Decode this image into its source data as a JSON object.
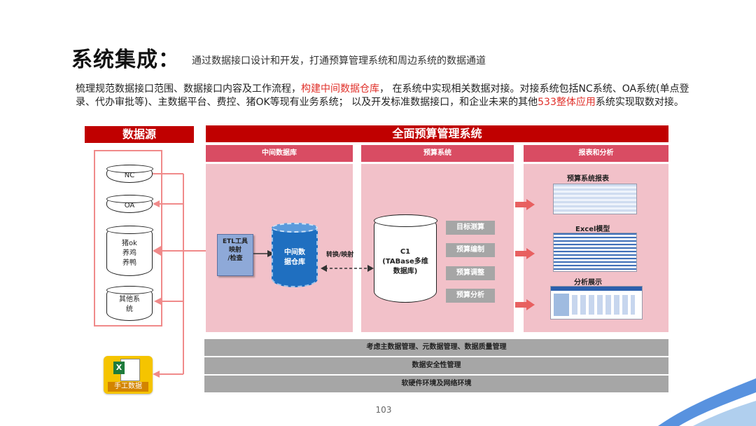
{
  "header": {
    "title": "系统集成：",
    "subtitle": "通过数据接口设计和开发，打通预算管理系统和周边系统的数据通道"
  },
  "description": {
    "part1": "梳理规范数据接口范围、数据接口内容及工作流程，",
    "highlight1": "构建中间数据仓库",
    "part2": "，  在系统中实现相关数据对接。对接系统包括NC系统、OA系统(单点登录、代办审批等)、主数据平台、费控、猪OK等现有业务系统；  以及开发标准数据接口，和企业未来的其他",
    "highlight2": "533整体应用",
    "part3": "系统实现取数对接。"
  },
  "diagram": {
    "source_header": "数据源",
    "budget_header": "全面预算管理系统",
    "col1_header": "中间数据库",
    "col2_header": "预算系统",
    "col3_header": "报表和分析",
    "sources": [
      "NC",
      "OA",
      "猪ok\n养鸡\n养鸭",
      "其他系\n统"
    ],
    "manual_label": "手工数据",
    "etl_label": "ETL工具\n映射\n/检查",
    "middle_db_label": "中间数\n据仓库",
    "transform_label": "转换/映射",
    "cube_label": "C1\n(TABase多维\n数据库)",
    "ops": [
      "目标测算",
      "预算编制",
      "预算调整",
      "预算分析"
    ],
    "reports": [
      "预算系统报表",
      "Excel模型",
      "分析展示"
    ],
    "bars": [
      "考虑主数据管理、元数据管理、数据质量管理",
      "数据安全性管理",
      "软硬件环境及网络环境"
    ]
  },
  "footer": {
    "page_number": "103"
  },
  "colors": {
    "header_red": "#c00000",
    "subheader_pink": "#d94c63",
    "panel_pink": "#f2c1c9",
    "bar_gray": "#a6a6a6",
    "db_blue": "#1f6fc0"
  }
}
